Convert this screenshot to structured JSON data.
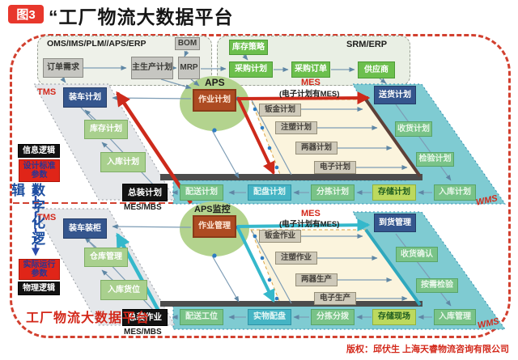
{
  "header": {
    "badge": "图3",
    "title": "“工厂物流大数据平台"
  },
  "footer": {
    "platform_title": "工厂物流大数据平台",
    "copyright": "版权：邱伏生 上海天睿物流咨询有限公司"
  },
  "left_panel": {
    "digital_logic": "数字化逻辑",
    "info_logic": "信息逻辑",
    "design_params": "设计标准参数",
    "actual_params": "实际运行参数",
    "physical_logic": "物理逻辑"
  },
  "erp_band": {
    "oms": "OMS/IMS/PLM//APS/ERP",
    "order_demand": "订单需求",
    "master_plan": "主生产计划",
    "mrp": "MRP",
    "bom": "BOM",
    "srm": "SRM/ERP",
    "inventory_strategy": "库存策略",
    "purchase_plan": "采购计划",
    "purchase_order": "采购订单",
    "supplier": "供应商"
  },
  "planning": {
    "tms": "TMS",
    "loading_plan": "装车计划",
    "inventory_plan": "库存计划",
    "inbound_plan": "入库计划",
    "aps": "APS",
    "job_plan": "作业计划",
    "mes": "MES",
    "mes_note": "(电子计划有MES)",
    "sheet_metal": "钣金计划",
    "injection": "注塑计划",
    "liangqi": "两器计划",
    "electronics": "电子计划",
    "delivery_plan": "送货计划",
    "receive_plan": "收货计划",
    "inspect_plan": "检验计划",
    "assembly_plan": "总装计划",
    "assembly_sys": "MES/MBS",
    "distribution_plan": "配送计划",
    "kitting_plan": "配盘计划",
    "sorting_plan": "分拣计划",
    "storage_plan": "存储计划",
    "warehouse_plan": "入库计划",
    "wms": "WMS"
  },
  "execution": {
    "tms": "TMS",
    "loading": "装车装柜",
    "warehouse_mgmt": "仓库管理",
    "inbound_slot": "入库货位",
    "aps": "APS监控",
    "job_mgmt": "作业管理",
    "mes": "MES",
    "mes_note": "(电子计划有MES)",
    "sheet_metal": "钣金作业",
    "injection": "注塑作业",
    "liangqi": "两器生产",
    "electronics": "电子生产",
    "arrival": "到货管理",
    "receive_confirm": "收货确认",
    "inspect": "按需检验",
    "assembly": "总装作业",
    "assembly_sys": "MES/MBS",
    "distribution": "配送工位",
    "kitting": "实物配盘",
    "sorting": "分拣分拨",
    "storage_site": "存储现场",
    "warehouse_mgmt2": "入库管理",
    "wms": "WMS"
  },
  "colors": {
    "accent_red": "#d2402f",
    "flow_red": "#cd2a1b",
    "flow_cyan": "#35b8cb",
    "teal_area": "#7fcbd2",
    "cream_area": "#fbf4dd",
    "brick_box": "#ad4b22",
    "green_box": "#6cbf4d",
    "navy_box": "#35568e"
  }
}
